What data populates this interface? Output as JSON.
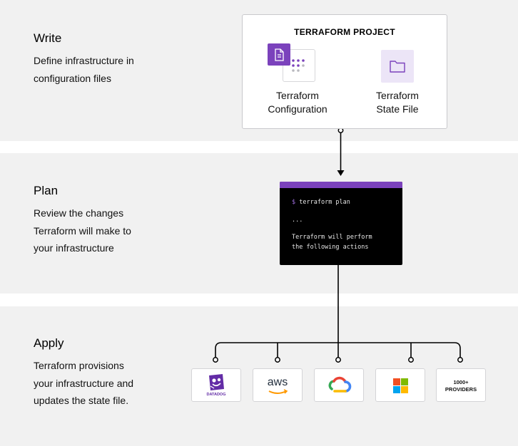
{
  "write": {
    "heading": "Write",
    "desc_lines": [
      "Define infrastructure in",
      "configuration files"
    ]
  },
  "plan": {
    "heading": "Plan",
    "desc_lines": [
      "Review the changes",
      "Terraform will make to",
      "your infrastructure"
    ]
  },
  "apply": {
    "heading": "Apply",
    "desc_lines": [
      "Terraform provisions",
      "your infrastructure and",
      "updates the state file."
    ]
  },
  "project": {
    "title": "TERRAFORM PROJECT",
    "config_label": [
      "Terraform",
      "Configuration"
    ],
    "config_icon": "document-icon",
    "state_label": [
      "Terraform",
      "State File"
    ],
    "state_icon": "folder-icon"
  },
  "terminal": {
    "prompt": "$",
    "command": "terraform plan",
    "ellipsis": "...",
    "output_lines": [
      "Terraform will perform",
      "the following actions"
    ]
  },
  "providers": [
    {
      "name": "datadog",
      "label": "DATADOG",
      "icon": "datadog-logo"
    },
    {
      "name": "aws",
      "label": "aws",
      "icon": "aws-logo"
    },
    {
      "name": "google-cloud",
      "label": "",
      "icon": "google-cloud-logo"
    },
    {
      "name": "microsoft",
      "label": "",
      "icon": "microsoft-logo"
    },
    {
      "name": "more-providers",
      "label_lines": [
        "1000+",
        "PROVIDERS"
      ]
    }
  ],
  "colors": {
    "band": "#f1f1f1",
    "accent_purple": "#7b42bc",
    "light_purple": "#ece5f7",
    "terminal_bg": "#000000",
    "aws_orange": "#ff9900"
  }
}
